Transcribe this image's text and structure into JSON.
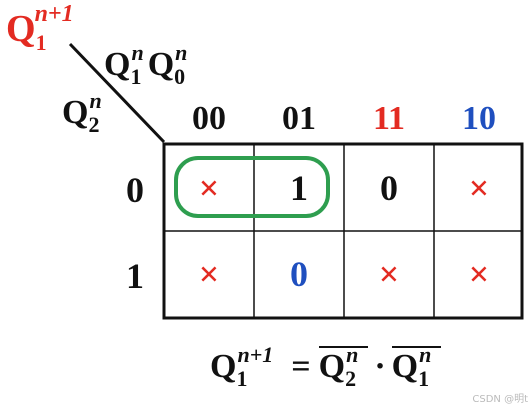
{
  "output_var": {
    "letter": "Q",
    "sub": "1",
    "sup": "n+1",
    "color": "#e32b22"
  },
  "col_vars": {
    "q1": "Q",
    "q1_sub": "1",
    "q1_sup": "n",
    "q0": "Q",
    "q0_sub": "0",
    "q0_sup": "n"
  },
  "row_var": {
    "letter": "Q",
    "sub": "2",
    "sup": "n"
  },
  "col_headers": [
    {
      "label": "00",
      "color": "#111111"
    },
    {
      "label": "01",
      "color": "#111111"
    },
    {
      "label": "11",
      "color": "#e32b22"
    },
    {
      "label": "10",
      "color": "#1f4fbf"
    }
  ],
  "row_headers": [
    "0",
    "1"
  ],
  "cells": [
    [
      {
        "value": "×",
        "color": "#e32b22"
      },
      {
        "value": "1",
        "color": "#111111"
      },
      {
        "value": "0",
        "color": "#111111"
      },
      {
        "value": "×",
        "color": "#e32b22"
      }
    ],
    [
      {
        "value": "×",
        "color": "#e32b22"
      },
      {
        "value": "0",
        "color": "#1f4fbf"
      },
      {
        "value": "×",
        "color": "#e32b22"
      },
      {
        "value": "×",
        "color": "#e32b22"
      }
    ]
  ],
  "grouping_color": "#2e9e4f",
  "equation": {
    "lhs_letter": "Q",
    "lhs_sub": "1",
    "lhs_sup": "n+1",
    "equals": "=",
    "t1_letter": "Q",
    "t1_sub": "2",
    "t1_sup": "n",
    "dot": "·",
    "t2_letter": "Q",
    "t2_sub": "1",
    "t2_sup": "n"
  },
  "watermark": "CSDN @明t"
}
